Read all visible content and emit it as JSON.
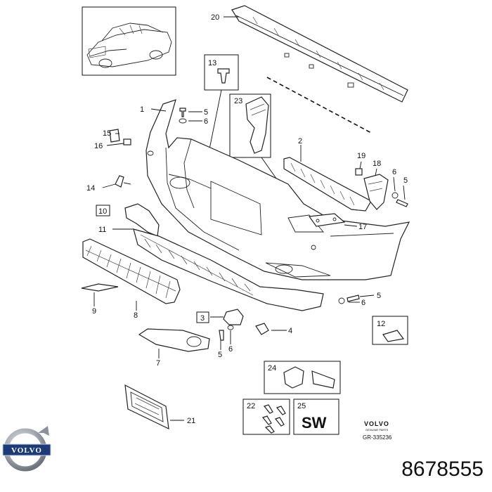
{
  "callouts": {
    "c1": "1",
    "c2": "2",
    "c3": "3",
    "c4": "4",
    "c5a": "5",
    "c5b": "5",
    "c5c": "5",
    "c5d": "5",
    "c6a": "6",
    "c6b": "6",
    "c6c": "6",
    "c6d": "6",
    "c7": "7",
    "c8": "8",
    "c9": "9",
    "c10": "10",
    "c11": "11",
    "c12": "12",
    "c13": "13",
    "c14": "14",
    "c15": "15",
    "c16": "16",
    "c17": "17",
    "c18": "18",
    "c19": "19",
    "c20": "20",
    "c21": "21",
    "c22": "22",
    "c23": "23",
    "c24": "24",
    "c25": "25"
  },
  "sw_label": "SW",
  "brand_small": "VOLVO",
  "brand_small_sub": "GENUINE PARTS",
  "diagram_ref": "GR-335236",
  "logo_text": "VOLVO",
  "part_number": "8678555"
}
